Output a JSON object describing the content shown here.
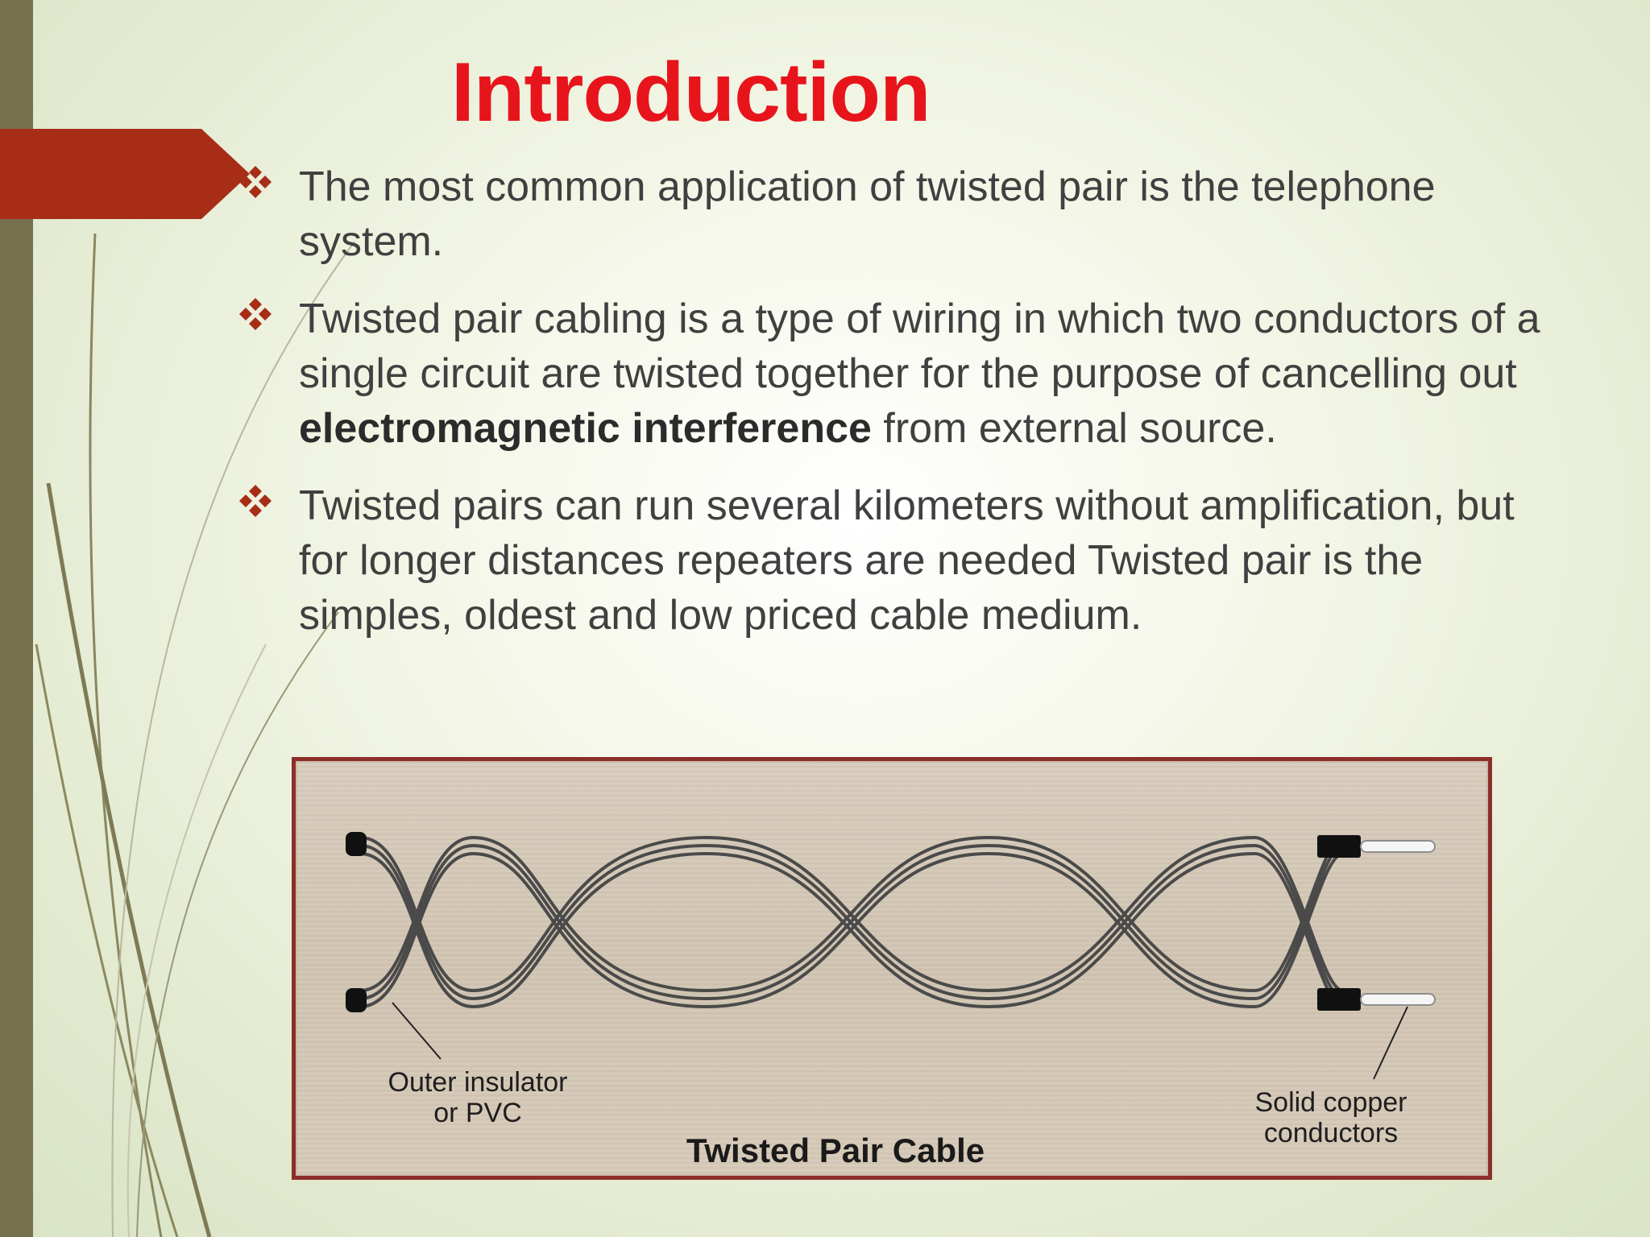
{
  "slide": {
    "title": "Introduction",
    "bullets": [
      {
        "text": "The most common application of twisted pair is the telephone system."
      },
      {
        "text_before": "Twisted pair cabling is a type of wiring in which two conductors of a single circuit are twisted together for the purpose of cancelling out ",
        "bold": "electromagnetic interference",
        "text_after": " from external source."
      },
      {
        "text": "Twisted pairs can run several kilometers without amplification, but for longer distances repeaters are needed Twisted pair is the simples, oldest and low priced cable medium."
      }
    ],
    "bullet_icon": "four-diamond-bullet-icon"
  },
  "figure": {
    "caption": "Twisted Pair Cable",
    "label_outer_line1": "Outer insulator",
    "label_outer_line2": "or PVC",
    "label_copper_line1": "Solid copper",
    "label_copper_line2": "conductors"
  },
  "colors": {
    "title": "#e8141c",
    "accent_tab": "#a72d17",
    "left_bar": "#77704f",
    "frame": "#8c2e2a"
  }
}
